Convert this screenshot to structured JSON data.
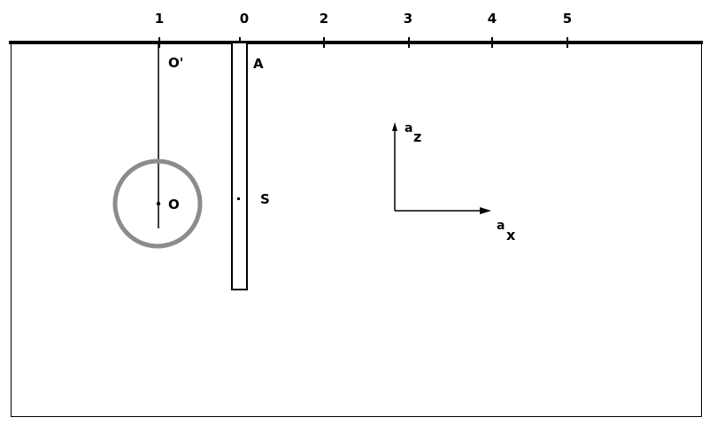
{
  "scale": {
    "ticks": [
      {
        "label": "1"
      },
      {
        "label": "0"
      },
      {
        "label": "2"
      },
      {
        "label": "3"
      },
      {
        "label": "4"
      },
      {
        "label": "5"
      }
    ]
  },
  "points": {
    "o_prime": "O'",
    "a": "A",
    "o": "O",
    "s": "S"
  },
  "axes": {
    "z_base": "a",
    "z_sub": "z",
    "x_base": "a",
    "x_sub": "x"
  },
  "colors": {
    "line": "#000000",
    "ring": "#8c8c8c",
    "background": "#ffffff"
  }
}
